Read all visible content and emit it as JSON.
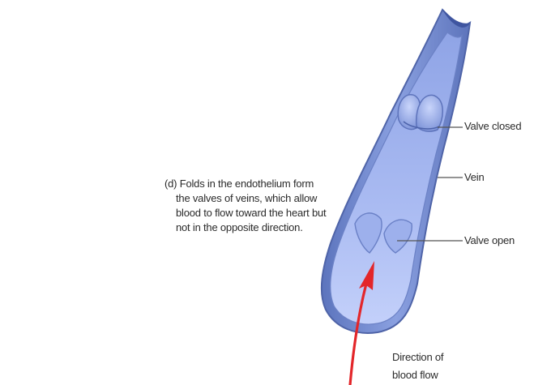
{
  "caption": {
    "lines": [
      "(d) Folds in the endothelium form",
      "the valves of veins, which allow",
      "blood to flow toward the heart but",
      "not in the opposite direction."
    ]
  },
  "labels": {
    "valve_closed": "Valve closed",
    "vein": "Vein",
    "valve_open": "Valve open",
    "direction_line1": "Direction of",
    "direction_line2": "blood flow"
  },
  "colors": {
    "vein_outer": "#6f86c9",
    "vein_inner": "#a9baf0",
    "vein_wall_edge": "#4f64a8",
    "leader_line": "#555555",
    "arrow": "#e3262a",
    "text": "#2a2a2a"
  }
}
